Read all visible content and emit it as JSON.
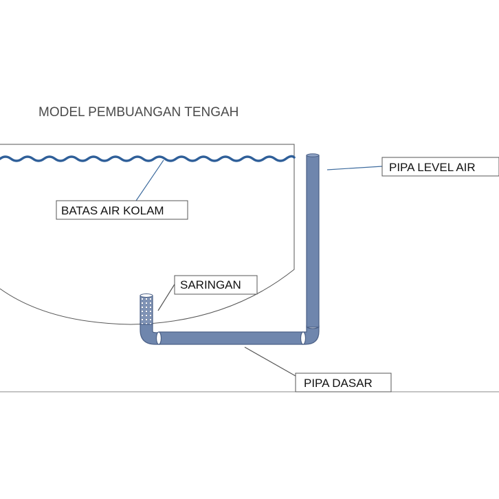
{
  "title": "MODEL PEMBUANGAN TENGAH",
  "labels": {
    "water_level": "BATAS AIR KOLAM",
    "filter": "SARINGAN",
    "level_pipe": "PIPA LEVEL AIR",
    "bottom_pipe": "PIPA DASAR"
  },
  "colors": {
    "pipe": "#6f86ad",
    "pipe_outline": "#4a5f85",
    "water_wave": "#2f5f99",
    "pond_outline": "#555555",
    "ground_line": "#888888"
  },
  "icons": {
    "filter": "perforated-strainer-icon",
    "elbow": "pipe-elbow-icon"
  }
}
